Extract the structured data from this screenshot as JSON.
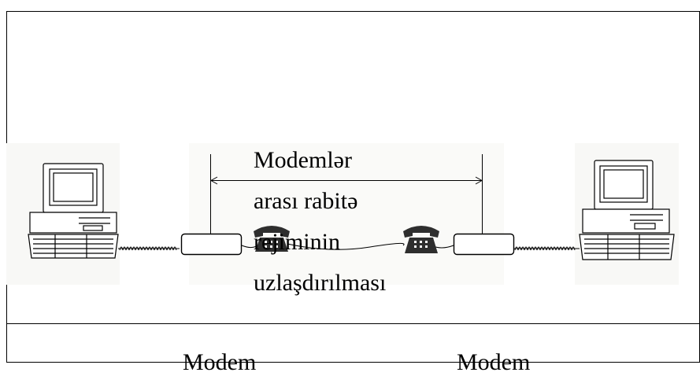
{
  "caption_lines": [
    "Modemlər",
    "arası rabitə",
    "rejiminin",
    "uzlaşdırılması"
  ],
  "bottom_labels": {
    "left": "Modem",
    "right": "Modem"
  },
  "icons": {
    "computer_left": "computer-icon",
    "computer_right": "computer-icon",
    "telephone_left": "telephone-icon",
    "telephone_right": "telephone-icon",
    "modem_left": "modem-icon",
    "modem_right": "modem-icon"
  },
  "colors": {
    "line": "#000000",
    "device": "#333333",
    "photo_bg": "#f8f8f6"
  }
}
